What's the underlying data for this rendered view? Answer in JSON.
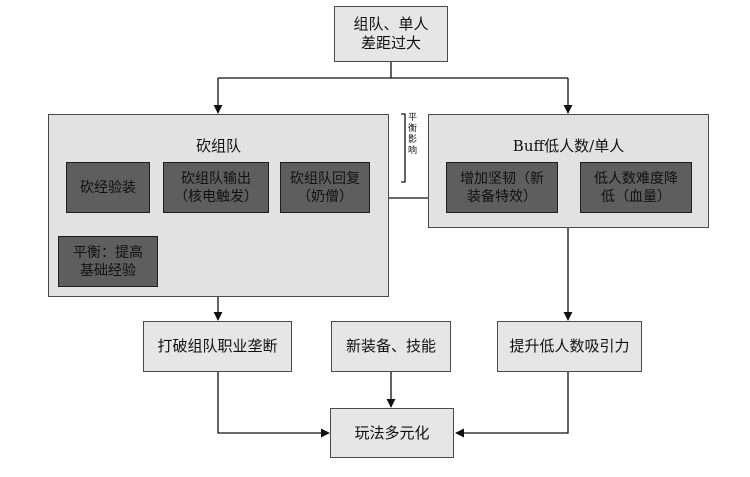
{
  "top_box": {
    "line1": "组队、单人",
    "line2": "差距过大"
  },
  "left_panel": {
    "title": "砍组队"
  },
  "right_panel": {
    "title": "Buff低人数/单人"
  },
  "left_inner": {
    "exp": "砍经验装",
    "output": {
      "line1": "砍组队输出",
      "line2": "（核电触发）"
    },
    "heal": {
      "line1": "砍组队回复",
      "line2": "（奶僧）"
    },
    "balance": {
      "line1": "平衡：提高",
      "line2": "基础经验"
    }
  },
  "right_inner": {
    "tough": {
      "line1": "增加坚韧（新",
      "line2": "装备特效）"
    },
    "difficulty": {
      "line1": "低人数难度降",
      "line2": "低（血量）"
    }
  },
  "annotation": "平衡影响",
  "bottom": {
    "break": "打破组队职业垄断",
    "new_equip": "新装备、技能",
    "attract": "提升低人数吸引力",
    "result": "玩法多元化"
  }
}
